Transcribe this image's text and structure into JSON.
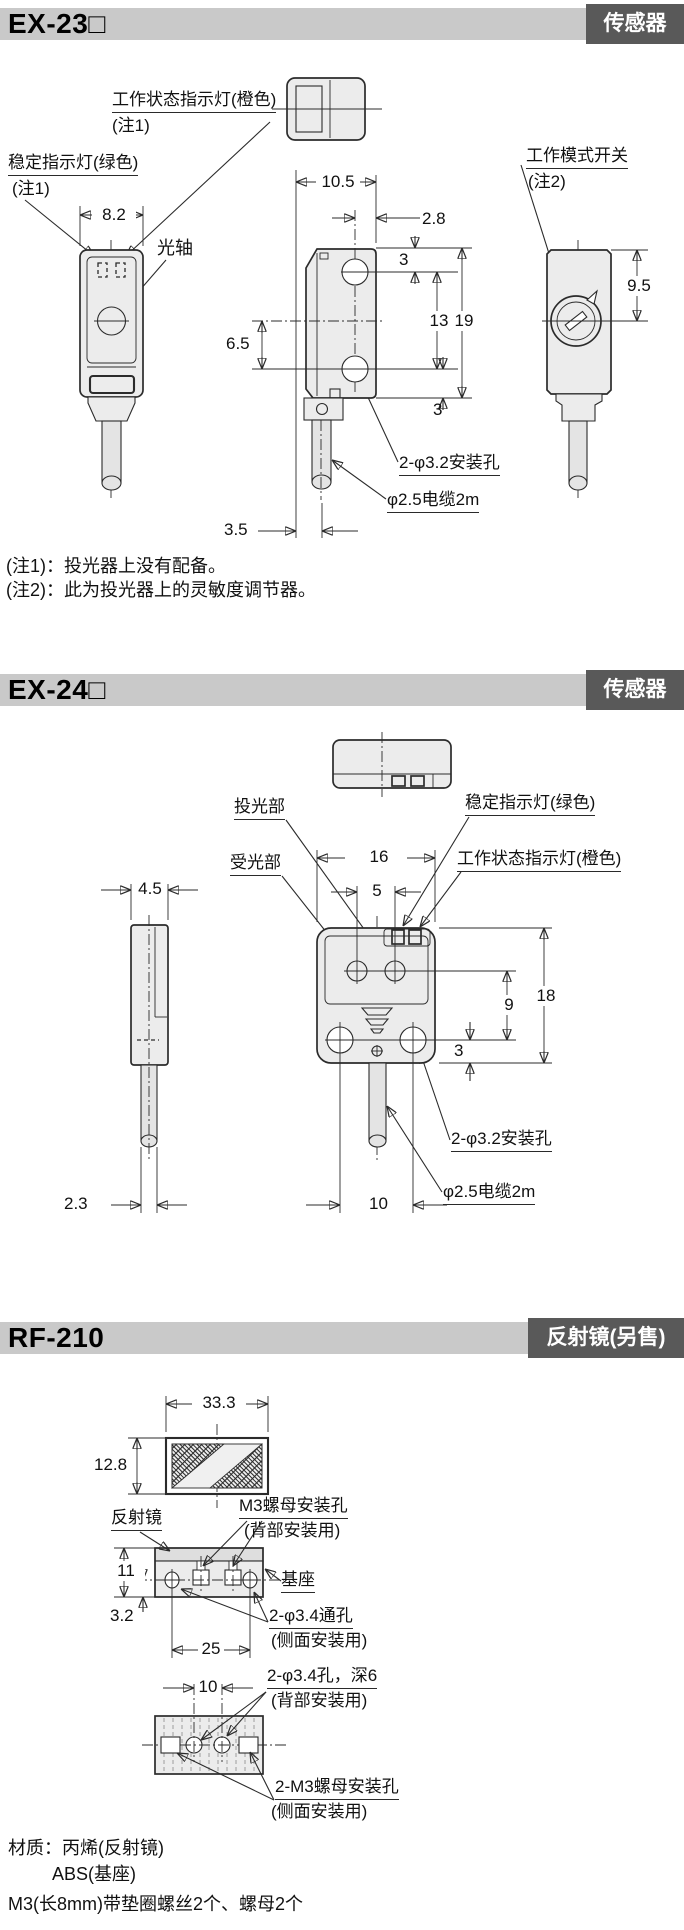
{
  "colors": {
    "bar_bg": "#c9c9c9",
    "badge_bg": "#595959",
    "badge_text": "#ffffff",
    "line": "#2b2b2b",
    "body_fill": "#ececec"
  },
  "sections": {
    "ex23": {
      "title": "EX-23□",
      "badge": "传感器",
      "labels": {
        "status_indicator": "工作状态指示灯(橙色)",
        "status_note": "(注1)",
        "stability_indicator": "稳定指示灯(绿色)",
        "stability_note": "(注1)",
        "mode_switch": "工作模式开关",
        "mode_note": "(注2)",
        "optical_axis": "光轴",
        "mounting_holes": "2-φ3.2安装孔",
        "cable": "φ2.5电缆2m"
      },
      "dims": {
        "body_width": "8.2",
        "depth": "10.5",
        "edge_offset": "2.8",
        "top_to_hole": "3",
        "hole_pitch": "13",
        "total_height": "19",
        "axis_to_hole": "6.5",
        "hole_to_bottom": "3",
        "cable_offset": "3.5",
        "switch_depth": "9.5"
      },
      "notes": [
        "(注1)：投光器上没有配备。",
        "(注2)：此为投光器上的灵敏度调节器。"
      ]
    },
    "ex24": {
      "title": "EX-24□",
      "badge": "传感器",
      "labels": {
        "emitter": "投光部",
        "receiver": "受光部",
        "stability_indicator": "稳定指示灯(绿色)",
        "status_indicator": "工作状态指示灯(橙色)",
        "mounting_holes": "2-φ3.2安装孔",
        "cable": "φ2.5电缆2m"
      },
      "dims": {
        "side_width": "4.5",
        "body_width": "16",
        "lens_pitch": "5",
        "total_height": "18",
        "lens_to_hole": "9",
        "hole_to_bottom": "3",
        "cable_width": "2.3",
        "hole_pitch": "10"
      }
    },
    "rf210": {
      "title": "RF-210",
      "badge": "反射镜(另售)",
      "labels": {
        "reflector": "反射镜",
        "nut_holes": "M3螺母安装孔",
        "nut_holes_note": "(背部安装用)",
        "base": "基座",
        "through_holes": "2-φ3.4通孔",
        "through_holes_note": "(侧面安装用)",
        "back_holes": "2-φ3.4孔，深6",
        "back_holes_note": "(背部安装用)",
        "side_nut_holes": "2-M3螺母安装孔",
        "side_nut_holes_note": "(侧面安装用)"
      },
      "dims": {
        "width": "33.3",
        "height": "12.8",
        "side_height": "11",
        "hole_to_bottom": "3.2",
        "hole_pitch": "25",
        "back_hole_pitch": "10"
      },
      "footer": {
        "material_line1": "材质：丙烯(反射镜)",
        "material_line2": "ABS(基座)",
        "accessories": "M3(长8mm)带垫圈螺丝2个、螺母2个"
      }
    }
  }
}
